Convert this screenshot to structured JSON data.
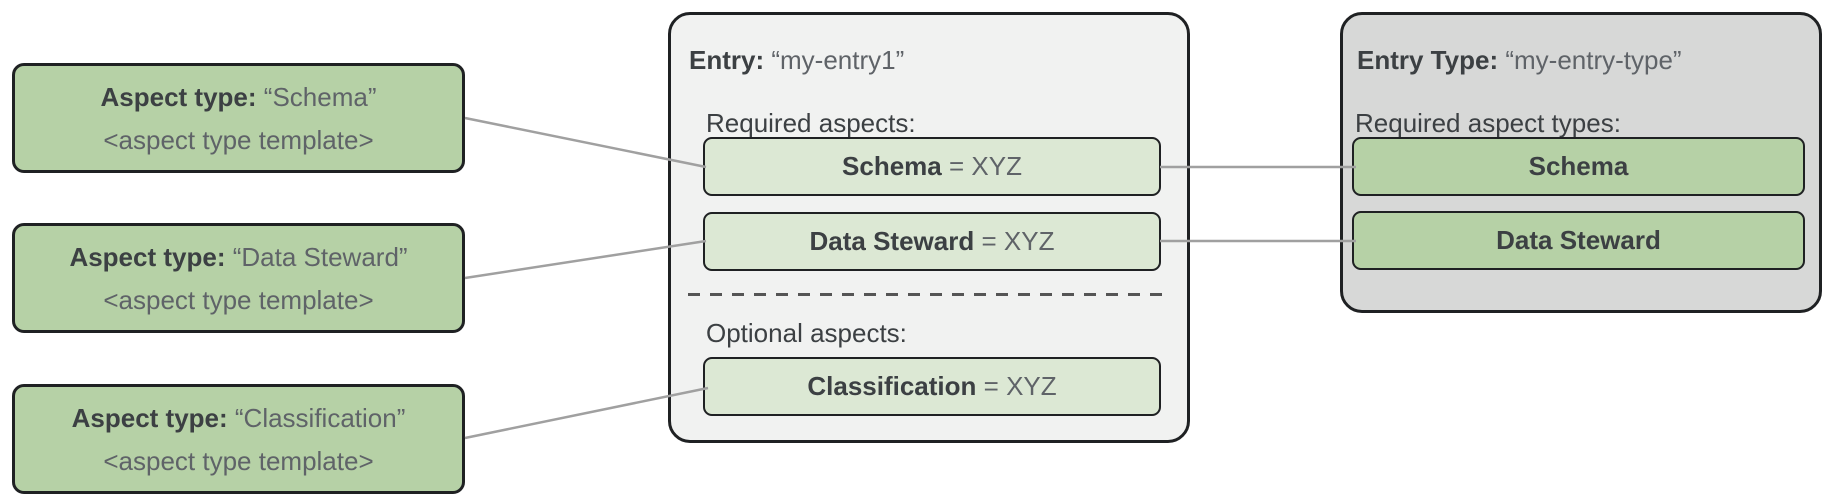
{
  "colors": {
    "green_dark": "#b6d1a6",
    "green_light": "#dce8d4",
    "panel_light": "#f1f2f1",
    "panel_dark": "#d7d8d7",
    "border_dark": "#1f2123",
    "connector_gray": "#a0a0a0",
    "dash_gray": "#555555",
    "text_dark": "#3c4043",
    "text_muted": "#5f6368"
  },
  "aspect_types": [
    {
      "label": "Aspect type:",
      "name": "“Schema”",
      "template": "<aspect type template>"
    },
    {
      "label": "Aspect type:",
      "name": "“Data Steward”",
      "template": "<aspect type template>"
    },
    {
      "label": "Aspect type:",
      "name": "“Classification”",
      "template": "<aspect type template>"
    }
  ],
  "entry": {
    "label": "Entry:",
    "name": "“my-entry1”",
    "required_heading": "Required aspects:",
    "optional_heading": "Optional aspects:",
    "required_aspects": [
      {
        "name": "Schema",
        "value": "= XYZ"
      },
      {
        "name": "Data Steward",
        "value": "= XYZ"
      }
    ],
    "optional_aspects": [
      {
        "name": "Classification",
        "value": "= XYZ"
      }
    ]
  },
  "entry_type": {
    "label": "Entry Type:",
    "name": "“my-entry-type”",
    "required_heading": "Required aspect types:",
    "required_aspect_types": [
      {
        "name": "Schema"
      },
      {
        "name": "Data Steward"
      }
    ]
  }
}
